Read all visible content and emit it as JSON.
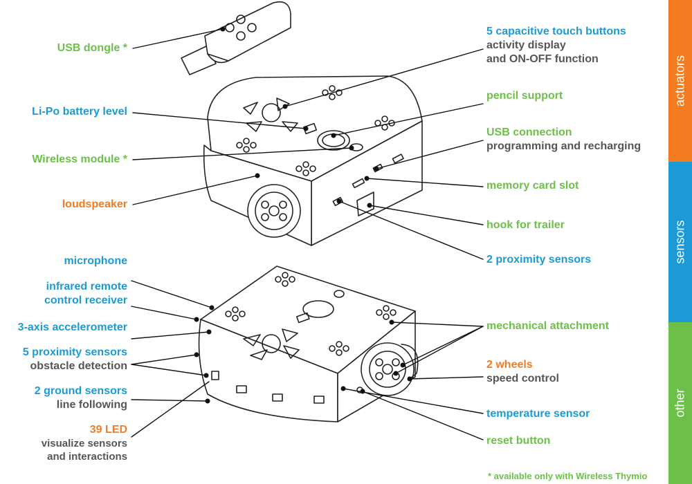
{
  "colors": {
    "green": "#6cc04a",
    "blue": "#1b9ad6",
    "orange": "#f47c20",
    "gray": "#555555",
    "band_actuators": "#f47c20",
    "band_sensors": "#1b9ad6",
    "band_other": "#6cc04a"
  },
  "categories": {
    "actuators": "actuators",
    "sensors": "sensors",
    "other": "other"
  },
  "labels": {
    "usb_dongle": "USB dongle *",
    "touch_buttons": "5 capacitive touch buttons",
    "touch_buttons_sub1": "activity display",
    "touch_buttons_sub2": "and ON-OFF function",
    "battery": "Li-Po battery level",
    "pencil": "pencil support",
    "usb_connection": "USB connection",
    "usb_connection_sub": "programming and recharging",
    "wireless": "Wireless  module *",
    "memory_card": "memory card slot",
    "loudspeaker": "loudspeaker",
    "hook": "hook for trailer",
    "proximity2": "2 proximity sensors",
    "microphone": "microphone",
    "ir_receiver_1": "infrared remote",
    "ir_receiver_2": "control receiver",
    "accelerometer": "3-axis accelerometer",
    "proximity5": "5 proximity sensors",
    "proximity5_sub": "obstacle detection",
    "ground": "2 ground sensors",
    "ground_sub": "line following",
    "led": "39 LED",
    "led_sub1": "visualize sensors",
    "led_sub2": "and interactions",
    "mechanical": "mechanical attachment",
    "wheels": "2 wheels",
    "wheels_sub": "speed control",
    "temperature": "temperature sensor",
    "reset": "reset button"
  },
  "footnote": "*  available only with Wireless Thymio"
}
